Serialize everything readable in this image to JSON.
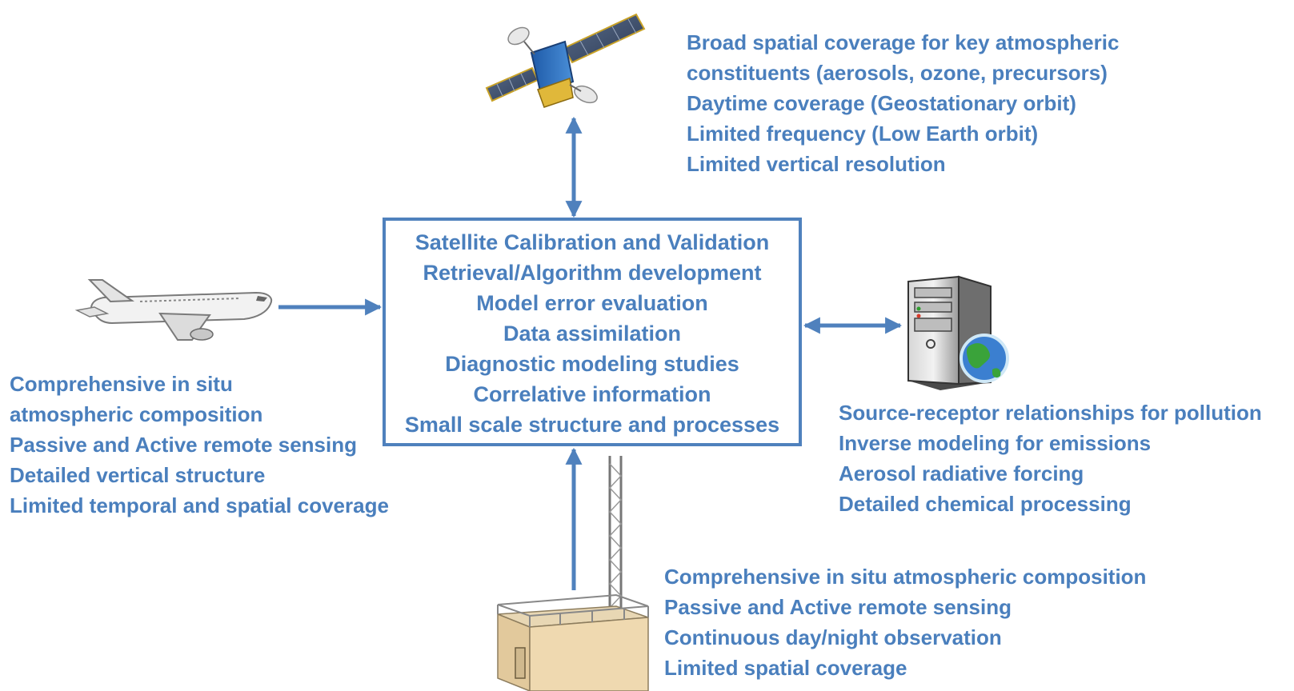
{
  "colors": {
    "text": "#4a7fbd",
    "arrow": "#4f81bd"
  },
  "icons": [
    "satellite-icon",
    "airplane-icon",
    "computer-server-icon",
    "globe-icon",
    "ground-station-icon"
  ],
  "center": {
    "lines": [
      "Satellite Calibration and Validation",
      "Retrieval/Algorithm development",
      "Model error evaluation",
      "Data assimilation",
      "Diagnostic modeling studies",
      "Correlative information",
      "Small scale structure and processes"
    ]
  },
  "satellite": {
    "lines": [
      "Broad spatial coverage for key atmospheric",
      "constituents (aerosols, ozone, precursors)",
      "Daytime coverage (Geostationary orbit)",
      "Limited frequency (Low Earth orbit)",
      "Limited vertical resolution"
    ]
  },
  "aircraft": {
    "lines": [
      "Comprehensive in situ",
      "atmospheric composition",
      "Passive and Active remote sensing",
      "Detailed vertical structure",
      "Limited temporal and spatial coverage"
    ]
  },
  "model": {
    "lines": [
      "Source-receptor relationships for pollution",
      "Inverse modeling for emissions",
      "Aerosol radiative forcing",
      "Detailed chemical processing"
    ]
  },
  "ground": {
    "lines": [
      "Comprehensive in situ atmospheric composition",
      "Passive and Active remote sensing",
      "Continuous day/night observation",
      "Limited spatial coverage"
    ]
  }
}
